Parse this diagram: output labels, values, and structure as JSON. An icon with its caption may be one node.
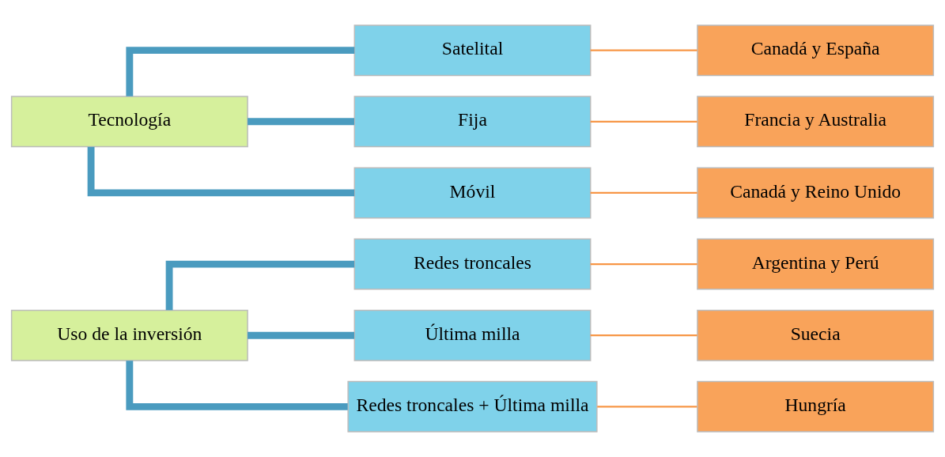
{
  "diagram": {
    "nodes": [
      {
        "text": [
          "Uso de la inversión"
        ]
      },
      {
        "text": [
          "Redes troncales"
        ]
      },
      {
        "text": [
          "Argentina y Perú"
        ]
      },
      {
        "text": [
          "Última milla"
        ]
      },
      {
        "text": [
          "Suecia"
        ]
      },
      {
        "text": [
          "Redes troncales + Última milla"
        ]
      },
      {
        "text": [
          "Hungría"
        ]
      },
      {
        "text": [
          "Tecnología"
        ]
      },
      {
        "text": [
          "Satelital"
        ]
      },
      {
        "text": [
          "Canadá y España"
        ]
      },
      {
        "text": [
          "Fija"
        ]
      },
      {
        "text": [
          "Francia y Australia"
        ]
      },
      {
        "text": [
          "Móvil"
        ]
      },
      {
        "text": [
          "Canadá y Reino Unido"
        ]
      }
    ],
    "edges": [
      {
        "from": 0,
        "to": 1,
        "arrow": "none",
        "style": "thick",
        "color": "#4a9bbf"
      },
      {
        "from": 0,
        "to": 3,
        "arrow": "none",
        "style": "thick",
        "color": "#4a9bbf"
      },
      {
        "from": 0,
        "to": 5,
        "arrow": "none",
        "style": "thick",
        "color": "#4a9bbf"
      },
      {
        "from": 1,
        "to": 2,
        "arrow": "none",
        "color": "#f79646"
      },
      {
        "from": 3,
        "to": 4,
        "arrow": "none",
        "color": "#f79646"
      },
      {
        "from": 5,
        "to": 6,
        "arrow": "none",
        "color": "#f79646"
      },
      {
        "from": 7,
        "to": 8,
        "arrow": "none",
        "style": "thick",
        "color": "#4a9bbf"
      },
      {
        "from": 7,
        "to": 10,
        "arrow": "none",
        "style": "thick",
        "color": "#4a9bbf"
      },
      {
        "from": 7,
        "to": 12,
        "arrow": "none",
        "style": "thick",
        "color": "#4a9bbf"
      },
      {
        "from": 8,
        "to": 9,
        "arrow": "none",
        "color": "#f79646"
      },
      {
        "from": 10,
        "to": 11,
        "arrow": "none",
        "color": "#f79646"
      },
      {
        "from": 12,
        "to": 13,
        "arrow": "none",
        "color": "#f79646"
      }
    ]
  }
}
